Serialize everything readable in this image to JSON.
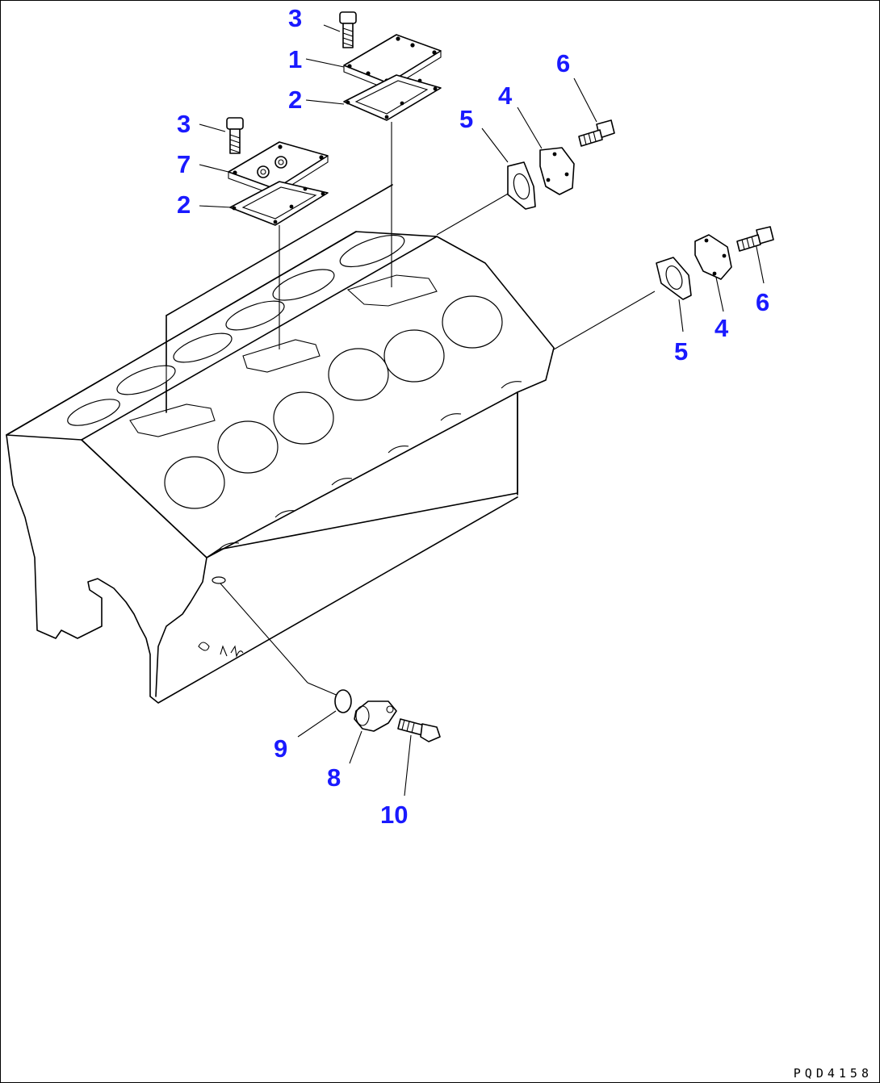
{
  "drawing": {
    "code": "PQD4158",
    "callouts": [
      {
        "id": "callout-3-top",
        "label": "3"
      },
      {
        "id": "callout-1",
        "label": "1"
      },
      {
        "id": "callout-2-top",
        "label": "2"
      },
      {
        "id": "callout-3-mid",
        "label": "3"
      },
      {
        "id": "callout-7",
        "label": "7"
      },
      {
        "id": "callout-2-mid",
        "label": "2"
      },
      {
        "id": "callout-5-top",
        "label": "5"
      },
      {
        "id": "callout-4-top",
        "label": "4"
      },
      {
        "id": "callout-6-top",
        "label": "6"
      },
      {
        "id": "callout-6-right",
        "label": "6"
      },
      {
        "id": "callout-4-right",
        "label": "4"
      },
      {
        "id": "callout-5-right",
        "label": "5"
      },
      {
        "id": "callout-9",
        "label": "9"
      },
      {
        "id": "callout-8",
        "label": "8"
      },
      {
        "id": "callout-10",
        "label": "10"
      }
    ]
  },
  "colors": {
    "callout": "#1a1aff",
    "line": "#000000",
    "background": "#ffffff"
  }
}
